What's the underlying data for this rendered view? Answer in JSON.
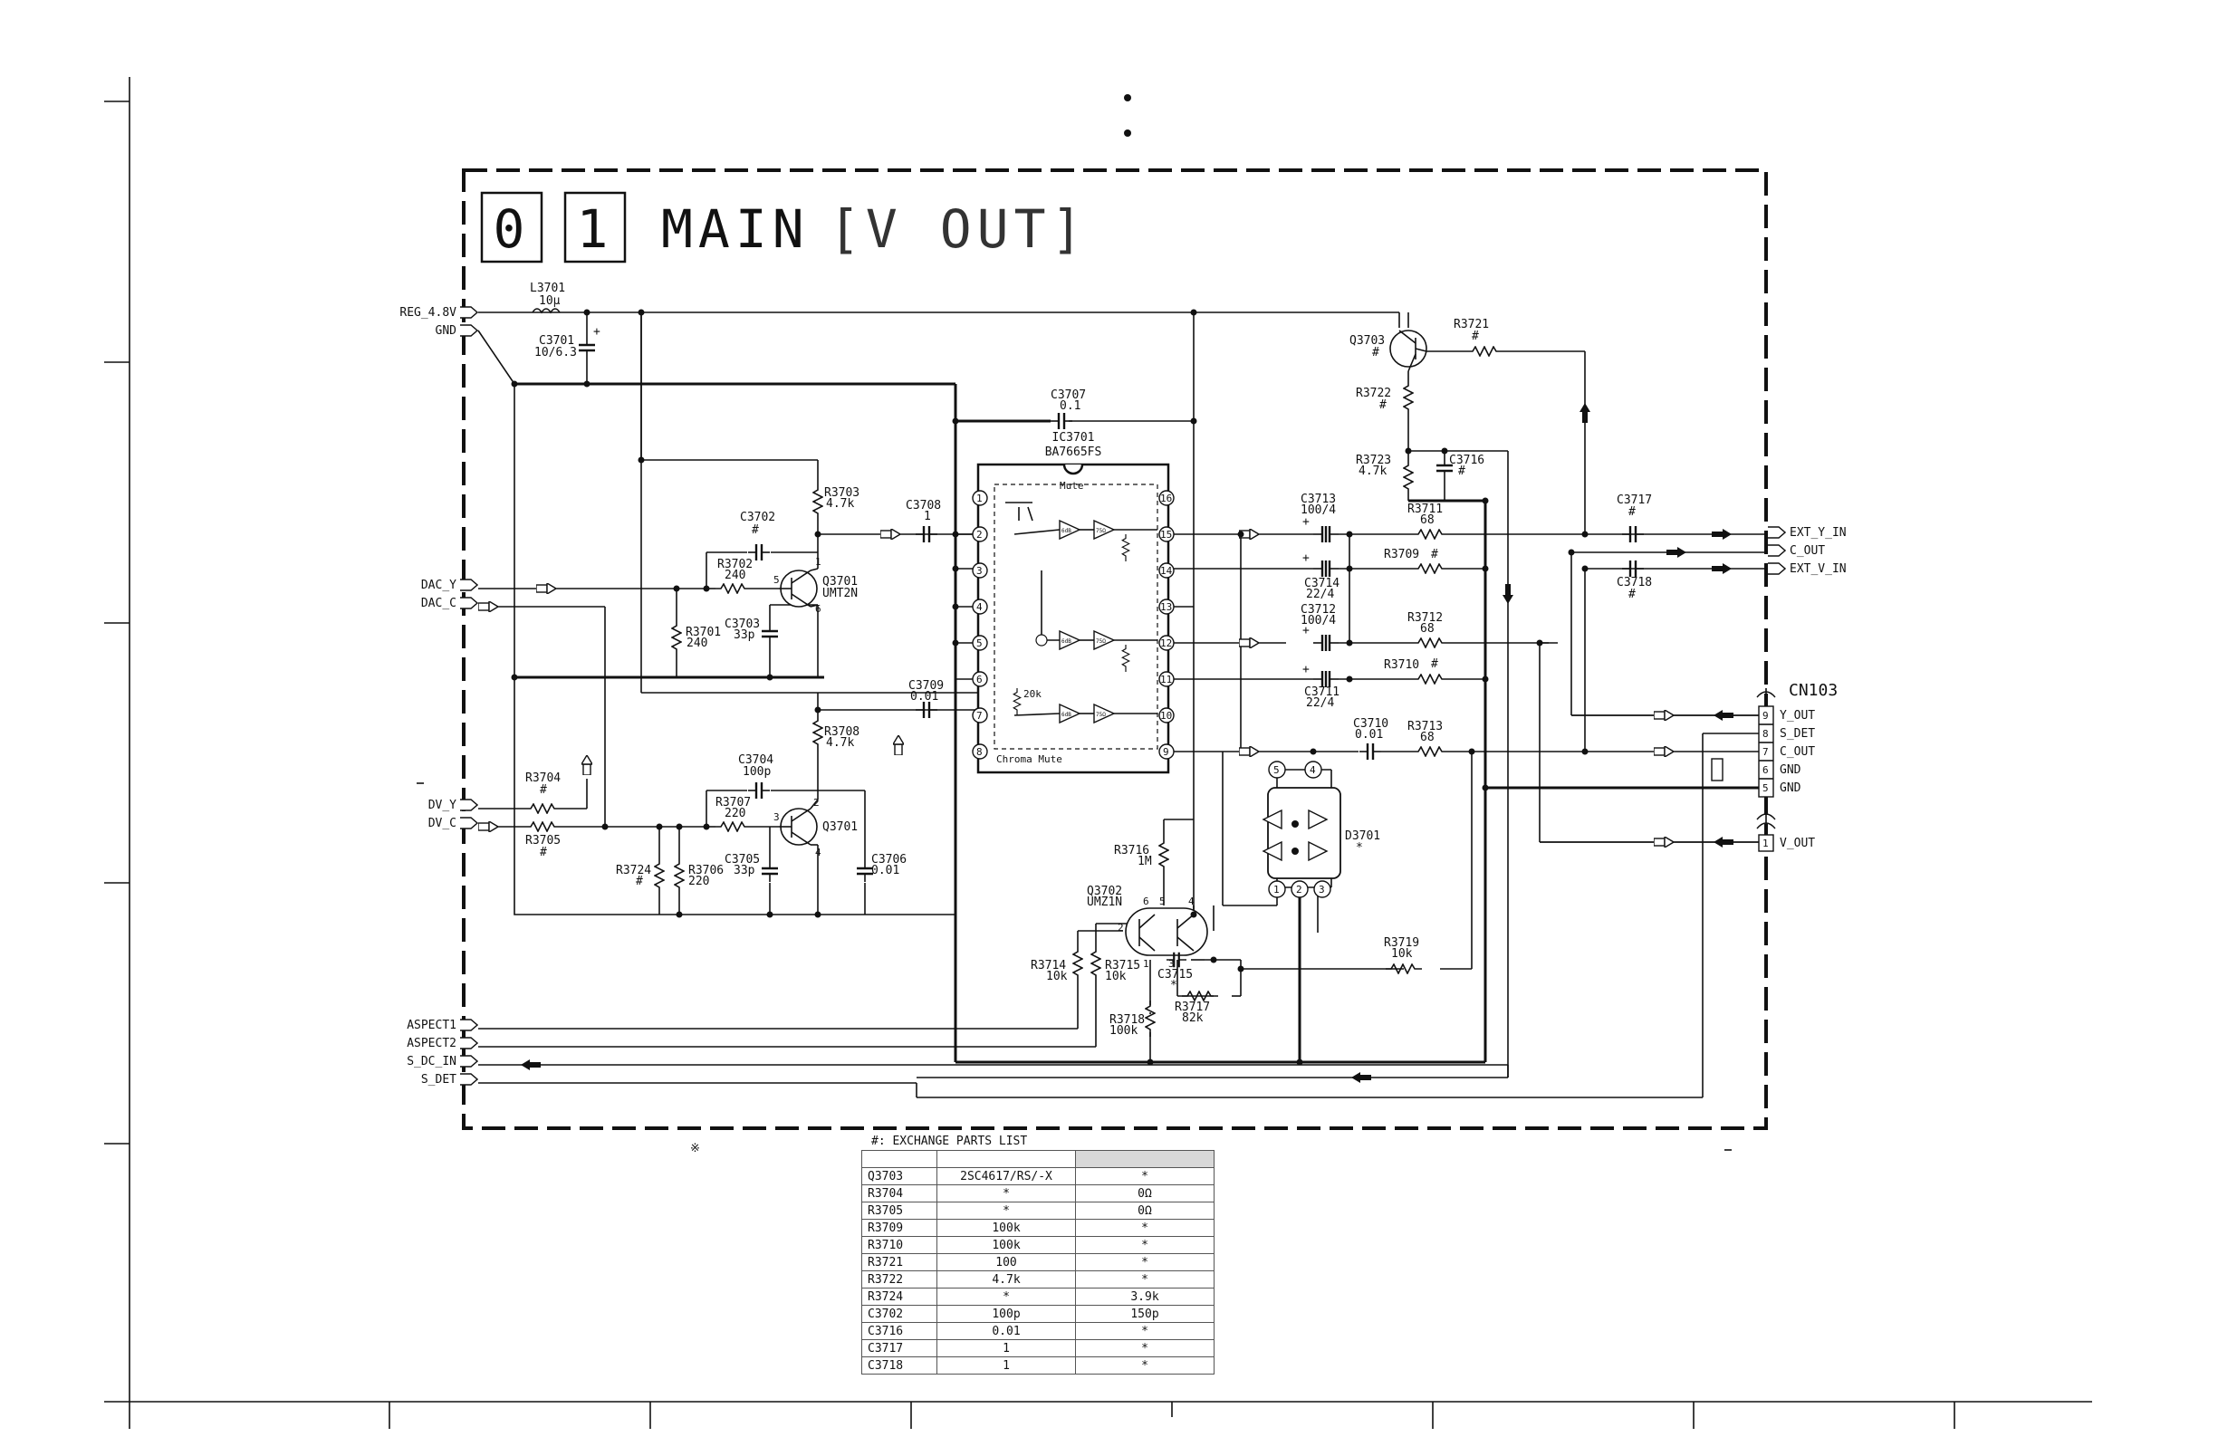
{
  "title": {
    "box1": "0",
    "box2": "1",
    "main": "MAIN",
    "sub": "[V OUT]"
  },
  "ports_left": [
    "REG_4.8V",
    "GND",
    "DAC_Y",
    "DAC_C",
    "DV_Y",
    "DV_C",
    "ASPECT1",
    "ASPECT2",
    "S_DC_IN",
    "S_DET"
  ],
  "ports_right": [
    "EXT_Y_IN",
    "C_OUT",
    "EXT_V_IN"
  ],
  "connector": {
    "name": "CN103",
    "pins": [
      {
        "num": "9",
        "label": "Y_OUT"
      },
      {
        "num": "8",
        "label": "S_DET"
      },
      {
        "num": "7",
        "label": "C_OUT"
      },
      {
        "num": "6",
        "label": "GND"
      },
      {
        "num": "5",
        "label": "GND"
      },
      {
        "num": "1",
        "label": "V_OUT"
      }
    ]
  },
  "ic": {
    "ref": "IC3701",
    "part": "BA7665FS",
    "mute_label": "Mute",
    "chroma_mute_label": "Chroma Mute",
    "res_label": "20k",
    "pins_left": [
      "1",
      "2",
      "3",
      "4",
      "5",
      "6",
      "7",
      "8"
    ],
    "pins_right": [
      "16",
      "15",
      "14",
      "13",
      "12",
      "11",
      "10",
      "9"
    ],
    "amp_labels": [
      "6dB",
      "6dB",
      "6dB",
      "75Ω",
      "75Ω",
      "75Ω"
    ]
  },
  "components": {
    "L3701": [
      "L3701",
      "10μ"
    ],
    "C3701": [
      "C3701",
      "10/6.3"
    ],
    "C3707": [
      "C3707",
      "0.1"
    ],
    "R3703": [
      "R3703",
      "4.7k"
    ],
    "C3702": [
      "C3702",
      "#"
    ],
    "R3702": [
      "R3702",
      "240"
    ],
    "Q3701a": [
      "Q3701",
      "UMT2N"
    ],
    "C3708": [
      "C3708",
      "1"
    ],
    "R3701": [
      "R3701",
      "240"
    ],
    "C3703": [
      "C3703",
      "33p"
    ],
    "C3709": [
      "C3709",
      "0.01"
    ],
    "R3708": [
      "R3708",
      "4.7k"
    ],
    "C3704": [
      "C3704",
      "100p"
    ],
    "R3707": [
      "R3707",
      "220"
    ],
    "Q3701b": [
      "Q3701"
    ],
    "R3704": [
      "R3704",
      "#"
    ],
    "R3705": [
      "R3705",
      "#"
    ],
    "R3724": [
      "R3724",
      "#"
    ],
    "R3706": [
      "R3706",
      "220"
    ],
    "C3705": [
      "C3705",
      "33p"
    ],
    "C3706": [
      "C3706",
      "0.01"
    ],
    "Q3703": [
      "Q3703",
      "#"
    ],
    "R3721": [
      "R3721",
      "#"
    ],
    "R3722": [
      "R3722",
      "#"
    ],
    "R3723": [
      "R3723",
      "4.7k"
    ],
    "C3716": [
      "C3716",
      "#"
    ],
    "C3713": [
      "C3713",
      "100/4"
    ],
    "R3711": [
      "R3711",
      "68"
    ],
    "R3709": [
      "R3709",
      "#"
    ],
    "C3714": [
      "C3714",
      "22/4"
    ],
    "C3712": [
      "C3712",
      "100/4"
    ],
    "R3712": [
      "R3712",
      "68"
    ],
    "R3710": [
      "R3710",
      "#"
    ],
    "C3711": [
      "C3711",
      "22/4"
    ],
    "C3710": [
      "C3710",
      "0.01"
    ],
    "R3713": [
      "R3713",
      "68"
    ],
    "C3717": [
      "C3717",
      "#"
    ],
    "C3718": [
      "C3718",
      "#"
    ],
    "D3701": [
      "D3701",
      "*"
    ],
    "R3716": [
      "R3716",
      "1M"
    ],
    "Q3702": [
      "Q3702",
      "UMZ1N"
    ],
    "R3714": [
      "R3714",
      "10k"
    ],
    "R3715": [
      "R3715",
      "10k"
    ],
    "C3715": [
      "C3715",
      "*"
    ],
    "R3717": [
      "R3717",
      "82k"
    ],
    "R3718": [
      "R3718",
      "100k"
    ],
    "R3719": [
      "R3719",
      "10k"
    ]
  },
  "notes": {
    "asterisk_mark": "※"
  },
  "exchange_table": {
    "title": "#: EXCHANGE PARTS LIST",
    "rows": [
      [
        "Q3703",
        "2SC4617/RS/-X",
        "*"
      ],
      [
        "R3704",
        "*",
        "0Ω"
      ],
      [
        "R3705",
        "*",
        "0Ω"
      ],
      [
        "R3709",
        "100k",
        "*"
      ],
      [
        "R3710",
        "100k",
        "*"
      ],
      [
        "R3721",
        "100",
        "*"
      ],
      [
        "R3722",
        "4.7k",
        "*"
      ],
      [
        "R3724",
        "*",
        "3.9k"
      ],
      [
        "C3702",
        "100p",
        "150p"
      ],
      [
        "C3716",
        "0.01",
        "*"
      ],
      [
        "C3717",
        "1",
        "*"
      ],
      [
        "C3718",
        "1",
        "*"
      ]
    ]
  }
}
